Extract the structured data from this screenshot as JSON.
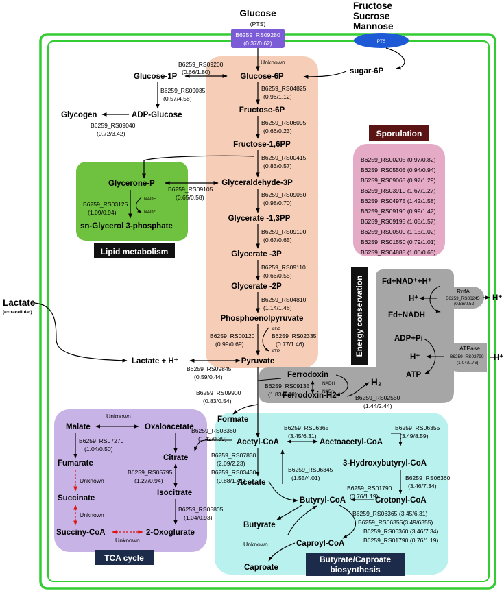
{
  "top": {
    "glucose": "Glucose",
    "pts": "(PTS)",
    "pts_gene": "B6259_RS09280",
    "pts_ratio": "(0.37/0.62)",
    "sugars": [
      "Fructose",
      "Sucrose",
      "Mannose"
    ],
    "pts_ellipse": "PTS",
    "sugar6p": "sugar-6P",
    "unknown": "Unknown"
  },
  "glycolysis": {
    "metabolites": [
      "Glucose-6P",
      "Fructose-6P",
      "Fructose-1,6PP",
      "Glyceraldehyde-3P",
      "Glycerate -1,3PP",
      "Glycerate -3P",
      "Glycerate -2P",
      "Phosphoenolpyruvate",
      "Pyruvate"
    ],
    "genes": [
      "B6259_RS04825",
      "B6259_RS06095",
      "B6259_RS00415",
      "B6259_RS09050",
      "B6259_RS09100",
      "B6259_RS09110",
      "B6259_RS04810"
    ],
    "ratios": [
      "(0.96/1.12)",
      "(0.66/0.23)",
      "(0.83/0.57)",
      "(0.98/0.70)",
      "(0.67/0.65)",
      "(0.66/0.55)",
      "(1.14/1.46)"
    ]
  },
  "glycogen": {
    "glucose1p": "Glucose-1P",
    "adp_glucose": "ADP-Glucose",
    "glycogen": "Glycogen",
    "g9200": "B6259_RS09200",
    "r9200": "(0.66/1.80)",
    "g9035": "B6259_RS09035",
    "r9035": "(0.57/4.58)",
    "g9040": "B6259_RS09040",
    "r9040": "(0.72/3.42)"
  },
  "lipid": {
    "glycerone": "Glycerone-P",
    "g3p": "sn-Glycerol 3-phosphate",
    "g9105": "B6259_RS09105",
    "r9105": "(0.65/0.58)",
    "g3125": "B6259_RS03125",
    "r3125": "(1.09/0.94)",
    "nadh": "NADH",
    "nad": "NAD⁺",
    "title": "Lipid metabolism"
  },
  "sporulation": {
    "title": "Sporulation",
    "genes": [
      "B6259_RS00205 (0.97/0.82)",
      "B6259_RS05505 (0.94/0.94)",
      "B6259_RS09065 (0.97/1.29)",
      "B6259_RS03910 (1.67/1.27)",
      "B6259_RS04975 (1.42/1.58)",
      "B6259_RS09190 (0.99/1.42)",
      "B6259_RS09195 (1.05/1.57)",
      "B6259_RS00500 (1.15/1.02)",
      "B6259_RS01550 (0.79/1.01)",
      "B6259_RS04885 (1.00/0.65)"
    ]
  },
  "energy": {
    "title": "Energy conservation",
    "fd_nad_h": "Fd+NAD⁺+H⁺",
    "h_plus": "H⁺",
    "fd_nadh": "Fd+NADH",
    "rnfa": "RnfA",
    "g6245": "B6259_RS06245",
    "r6245": "(0.58/0.52)",
    "adp_pi": "ADP+Pi",
    "atp": "ATP",
    "atpase": "ATPase",
    "g2790": "B6259_RS02790",
    "r2790": "(1.04/0.76)",
    "ferrodoxin": "Ferrodoxin",
    "ferrodoxin_h2": "Ferrodoxin-H2",
    "g9135": "B6259_RS09135",
    "r9135": "(1.83/3.26)",
    "h2": "H₂",
    "g2550": "B6259_RS02550",
    "r2550": "(1.44/2.44)"
  },
  "pyruvate": {
    "lactate": "Lactate",
    "extracellular": "(extracellular)",
    "lactate_h": "Lactate + H⁺",
    "g9845": "B6259_RS09845",
    "r9845": "(0.59/0.44)",
    "adp": "ADP",
    "atp": "ATP",
    "g0120": "B6259_RS00120",
    "r0120": "(0.99/0.69)",
    "g2335": "B6259_RS02335",
    "r2335": "(0.77/1.46)",
    "g9900": "B6259_RS09900",
    "r9900": "(0.83/0.54)",
    "formate": "Formate"
  },
  "tca": {
    "title": "TCA cycle",
    "malate": "Malate",
    "oxaloacetate": "Oxaloacetate",
    "fumarate": "Fumarate",
    "citrate": "Citrate",
    "succinate": "Succinate",
    "isocitrate": "Isocitrate",
    "succinyl": "Succiny-CoA",
    "oxoglutarate": "2-Oxoglurate",
    "unknown": "Unknown",
    "g7270": "B6259_RS07270",
    "r7270": "(1.04/0.50)",
    "g5795": "B6259_RS05795",
    "r5795": "(1.27/0.94)",
    "g5805": "B6259_RS05805",
    "r5805": "(1.04/0.93)",
    "g3360": "B6259_RS03360",
    "r3360": "(1.42/0.39)"
  },
  "butyrate": {
    "title_1": "Butyrate/Caproate",
    "title_2": "biosynthesis",
    "acetyl": "Acetyl-CoA",
    "acetoacetyl": "Acetoacetyl-CoA",
    "hydroxybutyryl": "3-Hydroxybutyryl-CoA",
    "crotonyl": "Crotonyl-CoA",
    "butyryl": "Butyryl-CoA",
    "acetate": "Acetate",
    "butyrate": "Butyrate",
    "caproyl": "Caproyl-CoA",
    "caproate": "Caproate",
    "unknown": "Unknown",
    "g6365": "B6259_RS06365",
    "r6365": "(3.45/6.31)",
    "g6355": "B6259_RS06355",
    "r6355": "(3.49/8.59)",
    "g6360": "B6259_RS06360",
    "r6360": "(3.46/7.34)",
    "g1790": "B6259_RS01790",
    "r1790": "(0.76/1.19)",
    "g7830": "B6259_RS07830",
    "r7830": "(2.09/2.23)",
    "g3430": "B6259_RS03430",
    "r3430": "(0.88/1.41)",
    "g6345": "B6259_RS06345",
    "r6345": "(1.55/4.01)",
    "list": [
      "B6259_RS06365 (3.45/6.31)",
      "B6259_RS06355(3.49/6355)",
      "B6259_RS06360 (3.46/7.34)",
      "B6259_RS01790 (0.76/1.19)"
    ]
  },
  "colors": {
    "cell": "#33cc33",
    "glycolysis_bg": "#f6cdb6",
    "lipid_bg": "#6fc23f",
    "sporulation_bg": "#e5aac6",
    "sporulation_title": "#5a1414",
    "energy_bg": "#a6a6a6",
    "tca_bg": "#c7b3e5",
    "butyrate_bg": "#b9f1ee",
    "title_dark": "#1c2b4a",
    "pts_box": "#7b5bd6",
    "pts_ellipse": "#1f5ad6",
    "red_arrow": "#e01010"
  }
}
